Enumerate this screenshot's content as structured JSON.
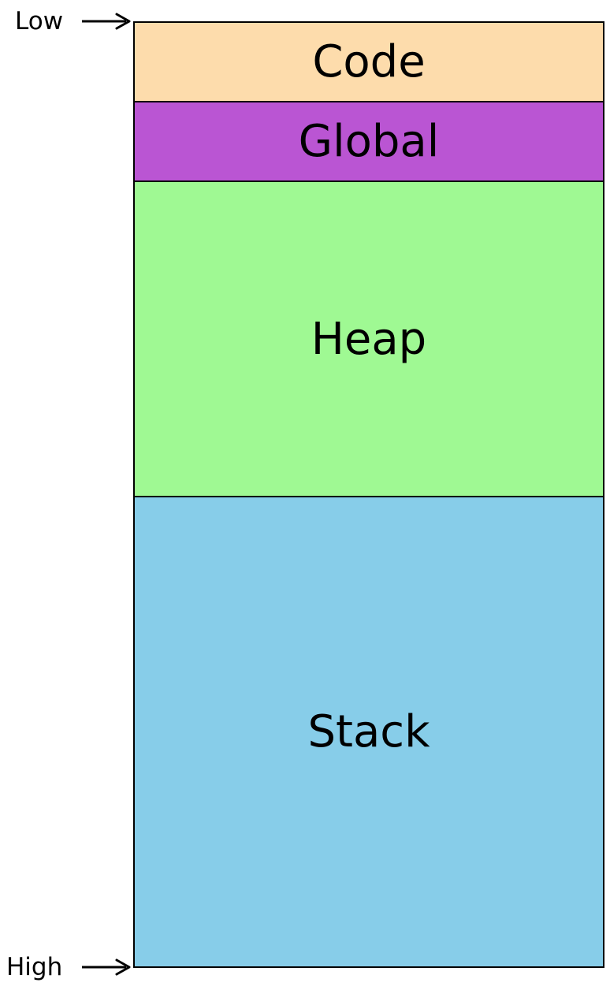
{
  "pointers": {
    "low": {
      "label": "Low",
      "icon": "right-arrow-icon"
    },
    "high": {
      "label": "High",
      "icon": "right-arrow-icon"
    }
  },
  "segments": [
    {
      "label": "Code",
      "color": "#FDDCAC"
    },
    {
      "label": "Global",
      "color": "#BA55D3"
    },
    {
      "label": "Heap",
      "color": "#9FF993"
    },
    {
      "label": "Stack",
      "color": "#87CDE9"
    }
  ]
}
